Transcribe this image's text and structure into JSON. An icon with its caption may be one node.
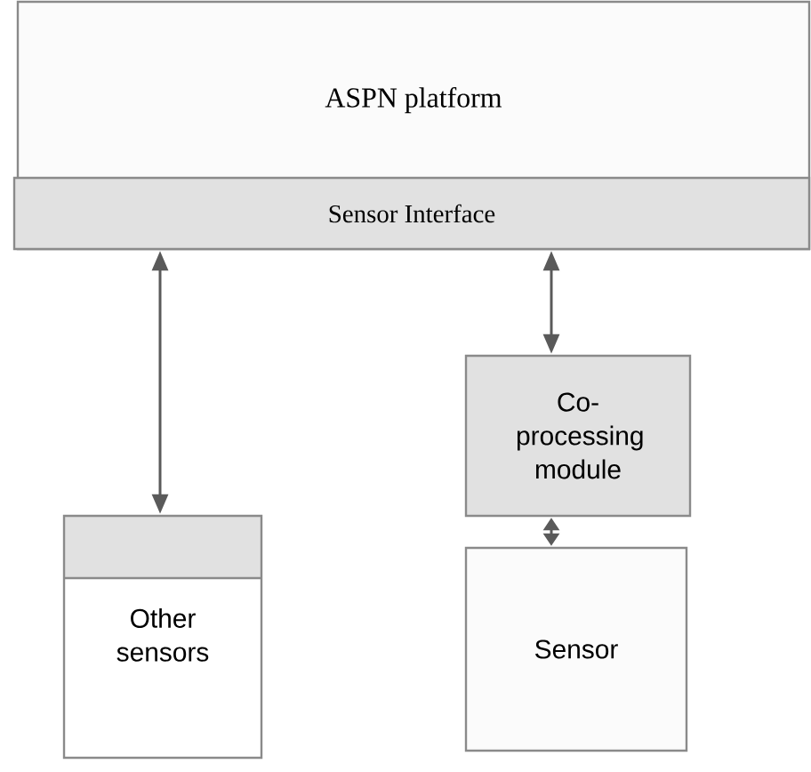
{
  "diagram": {
    "nodes": [
      {
        "text": [
          "ASPN platform"
        ]
      },
      {
        "text": [
          "Sensor Interface"
        ],
        "in": 0
      },
      {
        "text": [
          "Co-processing module"
        ]
      },
      {
        "text": [
          "Other sensors"
        ]
      },
      {
        "text": [
          "Sensor"
        ]
      }
    ],
    "edges": [
      {
        "from": 1,
        "to": 3,
        "arrow": "both"
      },
      {
        "from": 1,
        "to": 2,
        "arrow": "both"
      },
      {
        "from": 2,
        "to": 4,
        "arrow": "both"
      }
    ]
  }
}
